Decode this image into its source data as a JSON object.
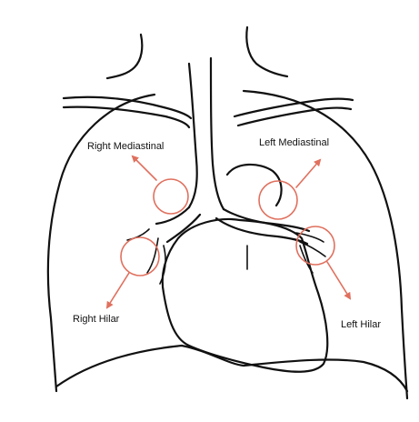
{
  "labels": {
    "right_mediastinal": "Right Mediastinal",
    "left_mediastinal": "Left Mediastinal",
    "right_hilar": "Right Hilar",
    "left_hilar": "Left Hilar"
  },
  "colors": {
    "ink": "#111111",
    "marker": "#e0705e",
    "background": "#ffffff"
  }
}
